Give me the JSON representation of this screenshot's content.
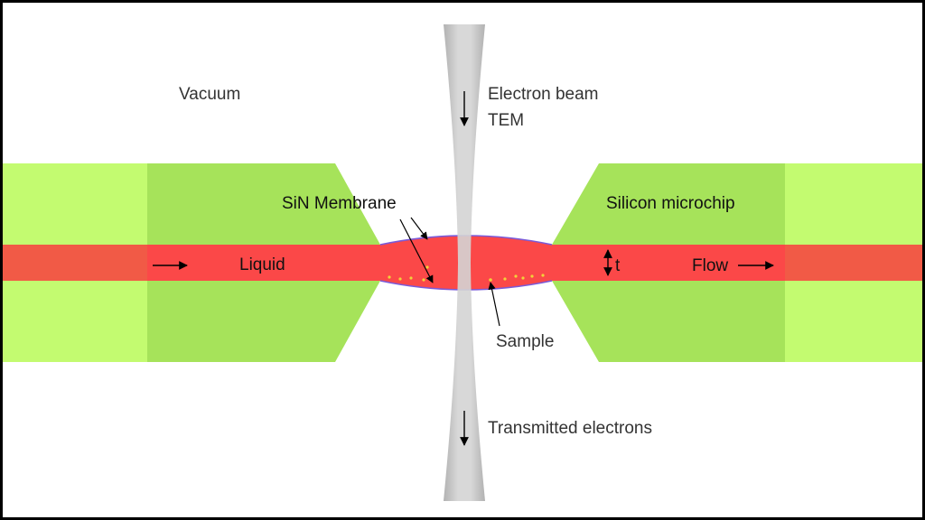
{
  "labels": {
    "vacuum": "Vacuum",
    "electron_beam": "Electron beam",
    "tem": "TEM",
    "sin_membrane": "SiN Membrane",
    "silicon_microchip": "Silicon microchip",
    "liquid": "Liquid",
    "thickness": "t",
    "flow": "Flow",
    "sample": "Sample",
    "transmitted_electrons": "Transmitted electrons"
  },
  "colors": {
    "chip_outer": "#c3fb70",
    "chip_inner": "#a6e35a",
    "liquid_outer": "#f15a46",
    "liquid_inner": "#fb4848",
    "beam": "#c0c0c0",
    "membrane_edge": "#7a5ad8",
    "sample_particle": "#f2d23a"
  }
}
